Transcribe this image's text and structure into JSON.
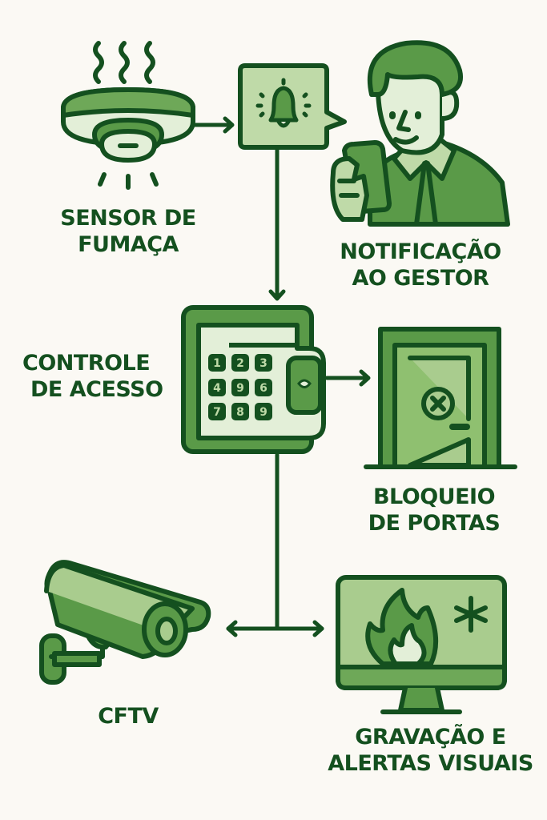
{
  "diagram": {
    "colors": {
      "background": "#fbf9f4",
      "dark_green": "#14501f",
      "mid_green": "#5a9a48",
      "light_green": "#a9cc8e",
      "pale_green": "#e3efd8"
    },
    "nodes": {
      "smoke_sensor": {
        "icon": "smoke-detector-icon",
        "label_line1": "SENSOR DE",
        "label_line2": "FUMAÇA"
      },
      "notification": {
        "icon": "bell-alert-icon",
        "label": ""
      },
      "manager": {
        "icon": "manager-with-phone-icon",
        "label_line1": "NOTIFICAÇÃO",
        "label_line2": "AO GESTOR"
      },
      "access_control": {
        "icon": "keypad-access-icon",
        "label_line1": "CONTROLE",
        "label_line2": "DE ACESSO",
        "keypad_keys": [
          "1",
          "2",
          "3",
          "4",
          "9",
          "6",
          "7",
          "8",
          "9"
        ]
      },
      "door_lock": {
        "icon": "locked-door-icon",
        "label_line1": "BLOQUEIO",
        "label_line2": "DE PORTAS"
      },
      "cctv": {
        "icon": "cctv-camera-icon",
        "label": "CFTV"
      },
      "recording": {
        "icon": "monitor-fire-icon",
        "label_line1": "GRAVAÇÃO E",
        "label_line2": "ALERTAS VISUAIS"
      }
    },
    "edges": [
      {
        "from": "smoke_sensor",
        "to": "notification"
      },
      {
        "from": "notification",
        "to": "access_control"
      },
      {
        "from": "access_control",
        "to": "door_lock"
      },
      {
        "from": "access_control",
        "to": "cctv"
      },
      {
        "from": "access_control",
        "to": "recording"
      }
    ]
  }
}
